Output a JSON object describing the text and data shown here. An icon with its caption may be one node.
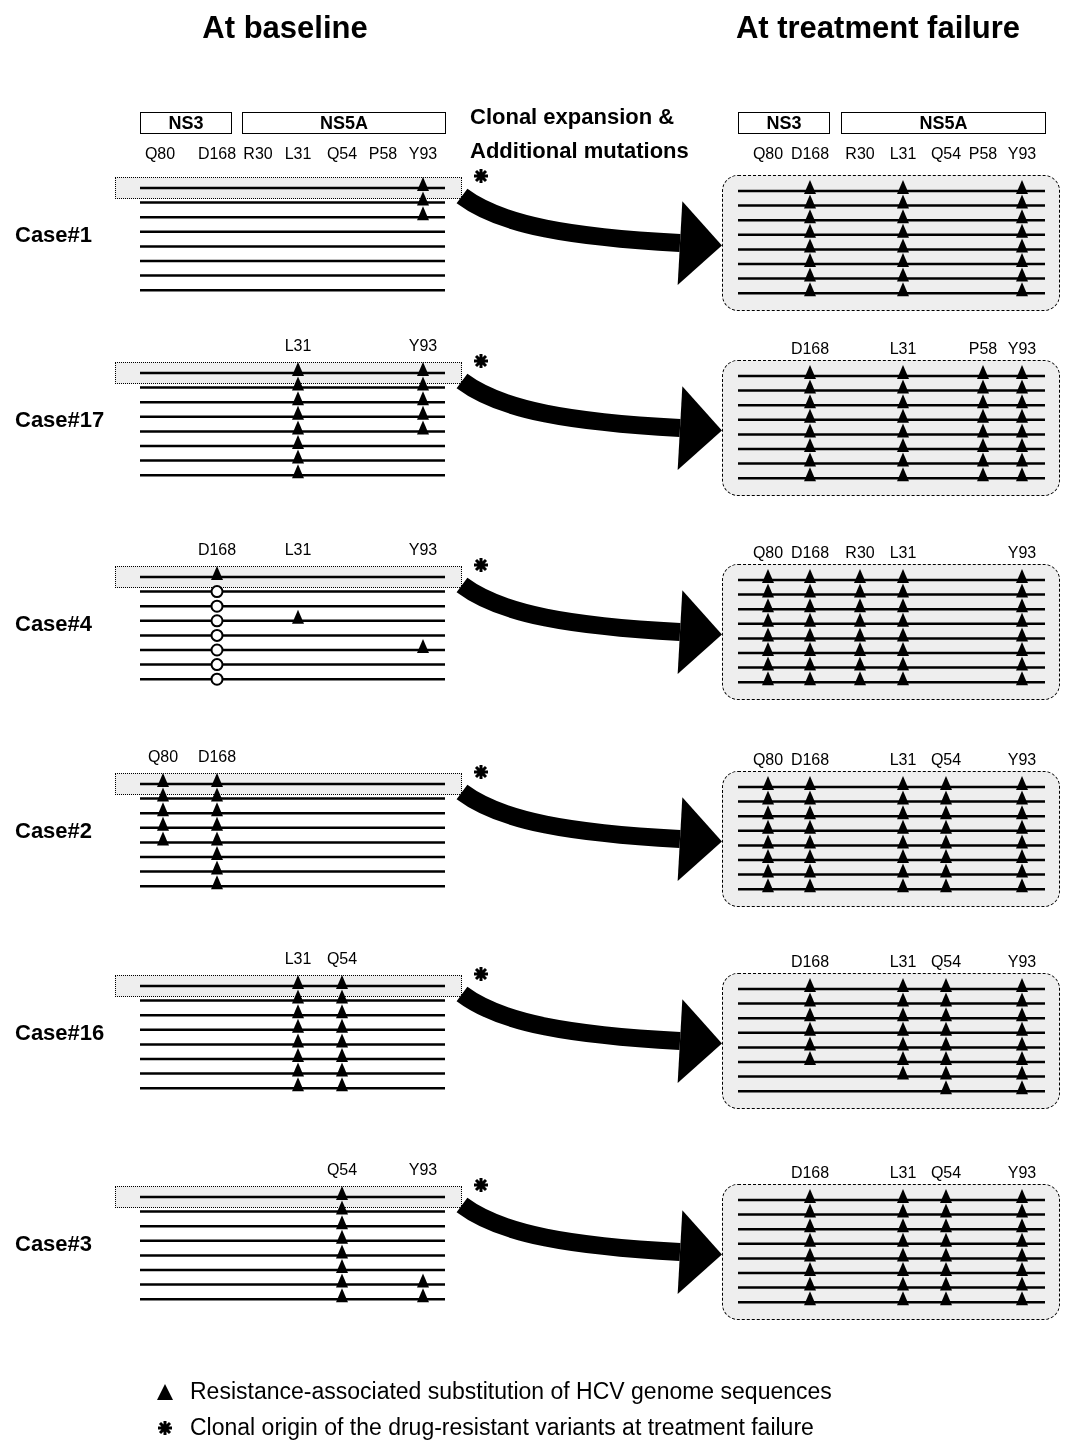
{
  "diagram": {
    "nodes": [
      {
        "text": [
          "NS3"
        ]
      },
      {
        "text": [
          "NS5A"
        ]
      },
      {
        "text": [
          "NS3"
        ]
      },
      {
        "text": [
          "NS5A"
        ]
      },
      {
        "text": [],
        "shape": "box"
      },
      {
        "text": [],
        "shape": "box"
      },
      {
        "text": [],
        "shape": "box"
      },
      {
        "text": [],
        "shape": "box"
      },
      {
        "text": [],
        "shape": "box"
      },
      {
        "text": [],
        "shape": "box"
      },
      {
        "text": [],
        "shape": "box"
      },
      {
        "text": [],
        "shape": "box"
      },
      {
        "text": [],
        "shape": "box"
      },
      {
        "text": [],
        "shape": "box"
      },
      {
        "text": [],
        "shape": "box"
      },
      {
        "text": [],
        "shape": "box"
      }
    ],
    "edges": [
      {
        "from": 4,
        "to": 5,
        "arrow": "to"
      },
      {
        "from": 6,
        "to": 7,
        "arrow": "to"
      },
      {
        "from": 8,
        "to": 9,
        "arrow": "to"
      },
      {
        "from": 10,
        "to": 11,
        "arrow": "to"
      },
      {
        "from": 12,
        "to": 13,
        "arrow": "to"
      },
      {
        "from": 14,
        "to": 15,
        "arrow": "to"
      }
    ],
    "labels": [
      "At baseline",
      "At treatment failure",
      "Clonal expansion & Additional mutations",
      "Q80",
      "D168",
      "R30",
      "L31",
      "Q54",
      "P58",
      "Y93",
      "Q80",
      "D168",
      "R30",
      "L31",
      "Q54",
      "P58",
      "Y93",
      "Case#1",
      "L31",
      "Y93",
      "D168",
      "L31",
      "P58",
      "Y93",
      "Case#17",
      "D168",
      "L31",
      "Y93",
      "Q80",
      "D168",
      "R30",
      "L31",
      "Y93",
      "Case#4",
      "Q80",
      "D168",
      "Q80",
      "D168",
      "L31",
      "Q54",
      "Y93",
      "Case#2",
      "L31",
      "Q54",
      "D168",
      "L31",
      "Q54",
      "Y93",
      "Case#16",
      "Q54",
      "Y93",
      "D168",
      "L31",
      "Q54",
      "Y93",
      "Case#3"
    ],
    "legend": [
      {
        "text": "Resistance-associated substitution of HCV genome sequences"
      },
      {
        "text": "Clonal origin of the drug-resistant variants at treatment failure"
      }
    ]
  }
}
